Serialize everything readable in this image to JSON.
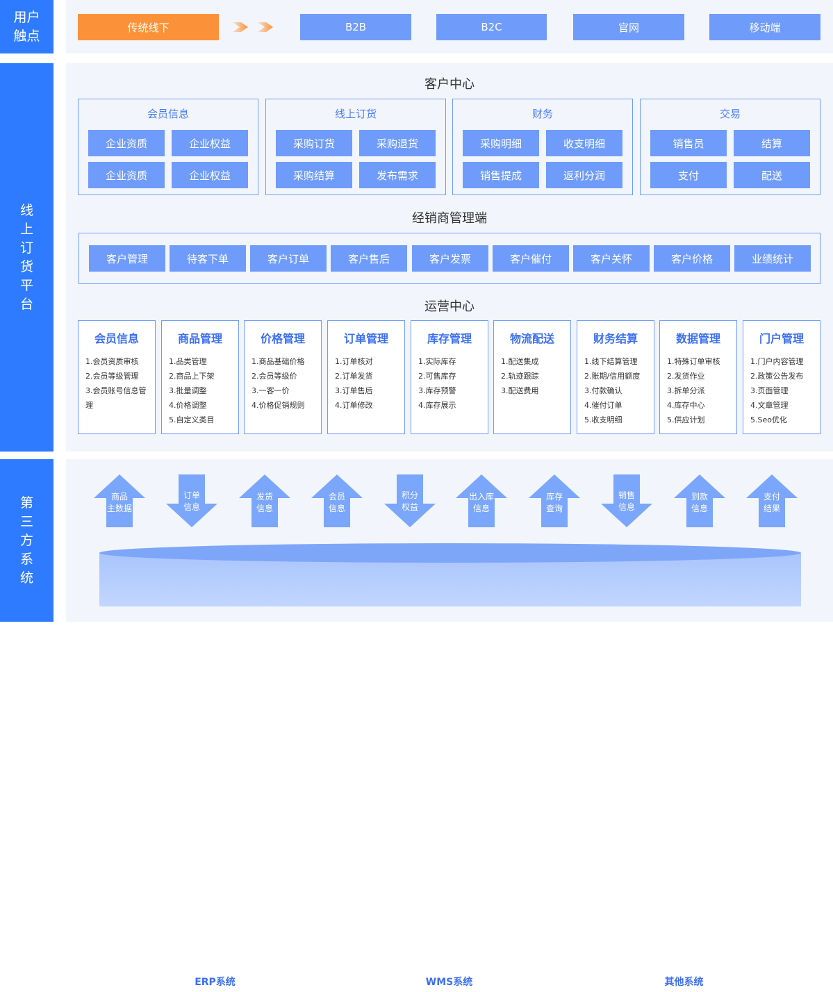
{
  "side_labels": {
    "touchpoints": "用户\n触点",
    "platform": "线\n上\n订\n货\n平\n台",
    "third_party": "第\n三\n方\n系\n统"
  },
  "touchpoints": {
    "offline": "传统线下",
    "channels": [
      "B2B",
      "B2C",
      "官网",
      "移动端"
    ]
  },
  "customer_center": {
    "title": "客户中心",
    "groups": [
      {
        "title": "会员信息",
        "items": [
          "企业资质",
          "企业权益",
          "企业资质",
          "企业权益"
        ]
      },
      {
        "title": "线上订货",
        "items": [
          "采购订货",
          "采购退货",
          "采购结算",
          "发布需求"
        ]
      },
      {
        "title": "财务",
        "items": [
          "采购明细",
          "收支明细",
          "销售提成",
          "返利分润"
        ]
      },
      {
        "title": "交易",
        "items": [
          "销售员",
          "结算",
          "支付",
          "配送"
        ]
      }
    ]
  },
  "dealer_center": {
    "title": "经销商管理端",
    "items": [
      "客户管理",
      "待客下单",
      "客户订单",
      "客户售后",
      "客户发票",
      "客户催付",
      "客户关怀",
      "客户价格",
      "业绩统计"
    ]
  },
  "ops_center": {
    "title": "运营中心",
    "modules": [
      {
        "title": "会员信息",
        "items": [
          "1.会员资质审核",
          "2.会员等级管理",
          "3.会员账号信息管理"
        ]
      },
      {
        "title": "商品管理",
        "items": [
          "1.品类管理",
          "2.商品上下架",
          "3.批量调整",
          "4.价格调整",
          "5.自定义类目"
        ]
      },
      {
        "title": "价格管理",
        "items": [
          "1.商品基础价格",
          "2.会员等级价",
          "3.一客一价",
          "4.价格促销规则"
        ]
      },
      {
        "title": "订单管理",
        "items": [
          "1.订单核对",
          "2.订单发货",
          "3.订单售后",
          "4.订单修改"
        ]
      },
      {
        "title": "库存管理",
        "items": [
          "1.实际库存",
          "2.可售库存",
          "3.库存预警",
          "4.库存展示"
        ]
      },
      {
        "title": "物流配送",
        "items": [
          "1.配送集成",
          "2.轨迹跟踪",
          "3.配送费用"
        ]
      },
      {
        "title": "财务结算",
        "items": [
          "1.线下结算管理",
          "2.账期/信用额度",
          "3.付款确认",
          "4.催付订单",
          "5.收支明细"
        ]
      },
      {
        "title": "数据管理",
        "items": [
          "1.特殊订单审核",
          "2.发货作业",
          "3.拆单分派",
          "4.库存中心",
          "5.供应计划"
        ]
      },
      {
        "title": "门户管理",
        "items": [
          "1.门户内容管理",
          "2.政策公告发布",
          "3.页面管理",
          "4.文章管理",
          "5.Seo优化"
        ]
      }
    ]
  },
  "integration_flows": [
    {
      "label": "商品\n主数据",
      "direction": "up"
    },
    {
      "label": "订单\n信息",
      "direction": "down"
    },
    {
      "label": "发货\n信息",
      "direction": "up"
    },
    {
      "label": "会员\n信息",
      "direction": "up"
    },
    {
      "label": "积分\n权益",
      "direction": "down"
    },
    {
      "label": "出入库\n信息",
      "direction": "up"
    },
    {
      "label": "库存\n查询",
      "direction": "up"
    },
    {
      "label": "销售\n信息",
      "direction": "down"
    },
    {
      "label": "到款\n信息",
      "direction": "up"
    },
    {
      "label": "支付\n结果",
      "direction": "up"
    }
  ],
  "systems": [
    "ERP系统",
    "WMS系统",
    "其他系统"
  ],
  "colors": {
    "side_blue": "#2f7bff",
    "chip_blue": "#6f9cfb",
    "orange": "#fb9239",
    "arrow_blue": "#7aa6fb",
    "panel_bg": "#f2f5fb"
  }
}
